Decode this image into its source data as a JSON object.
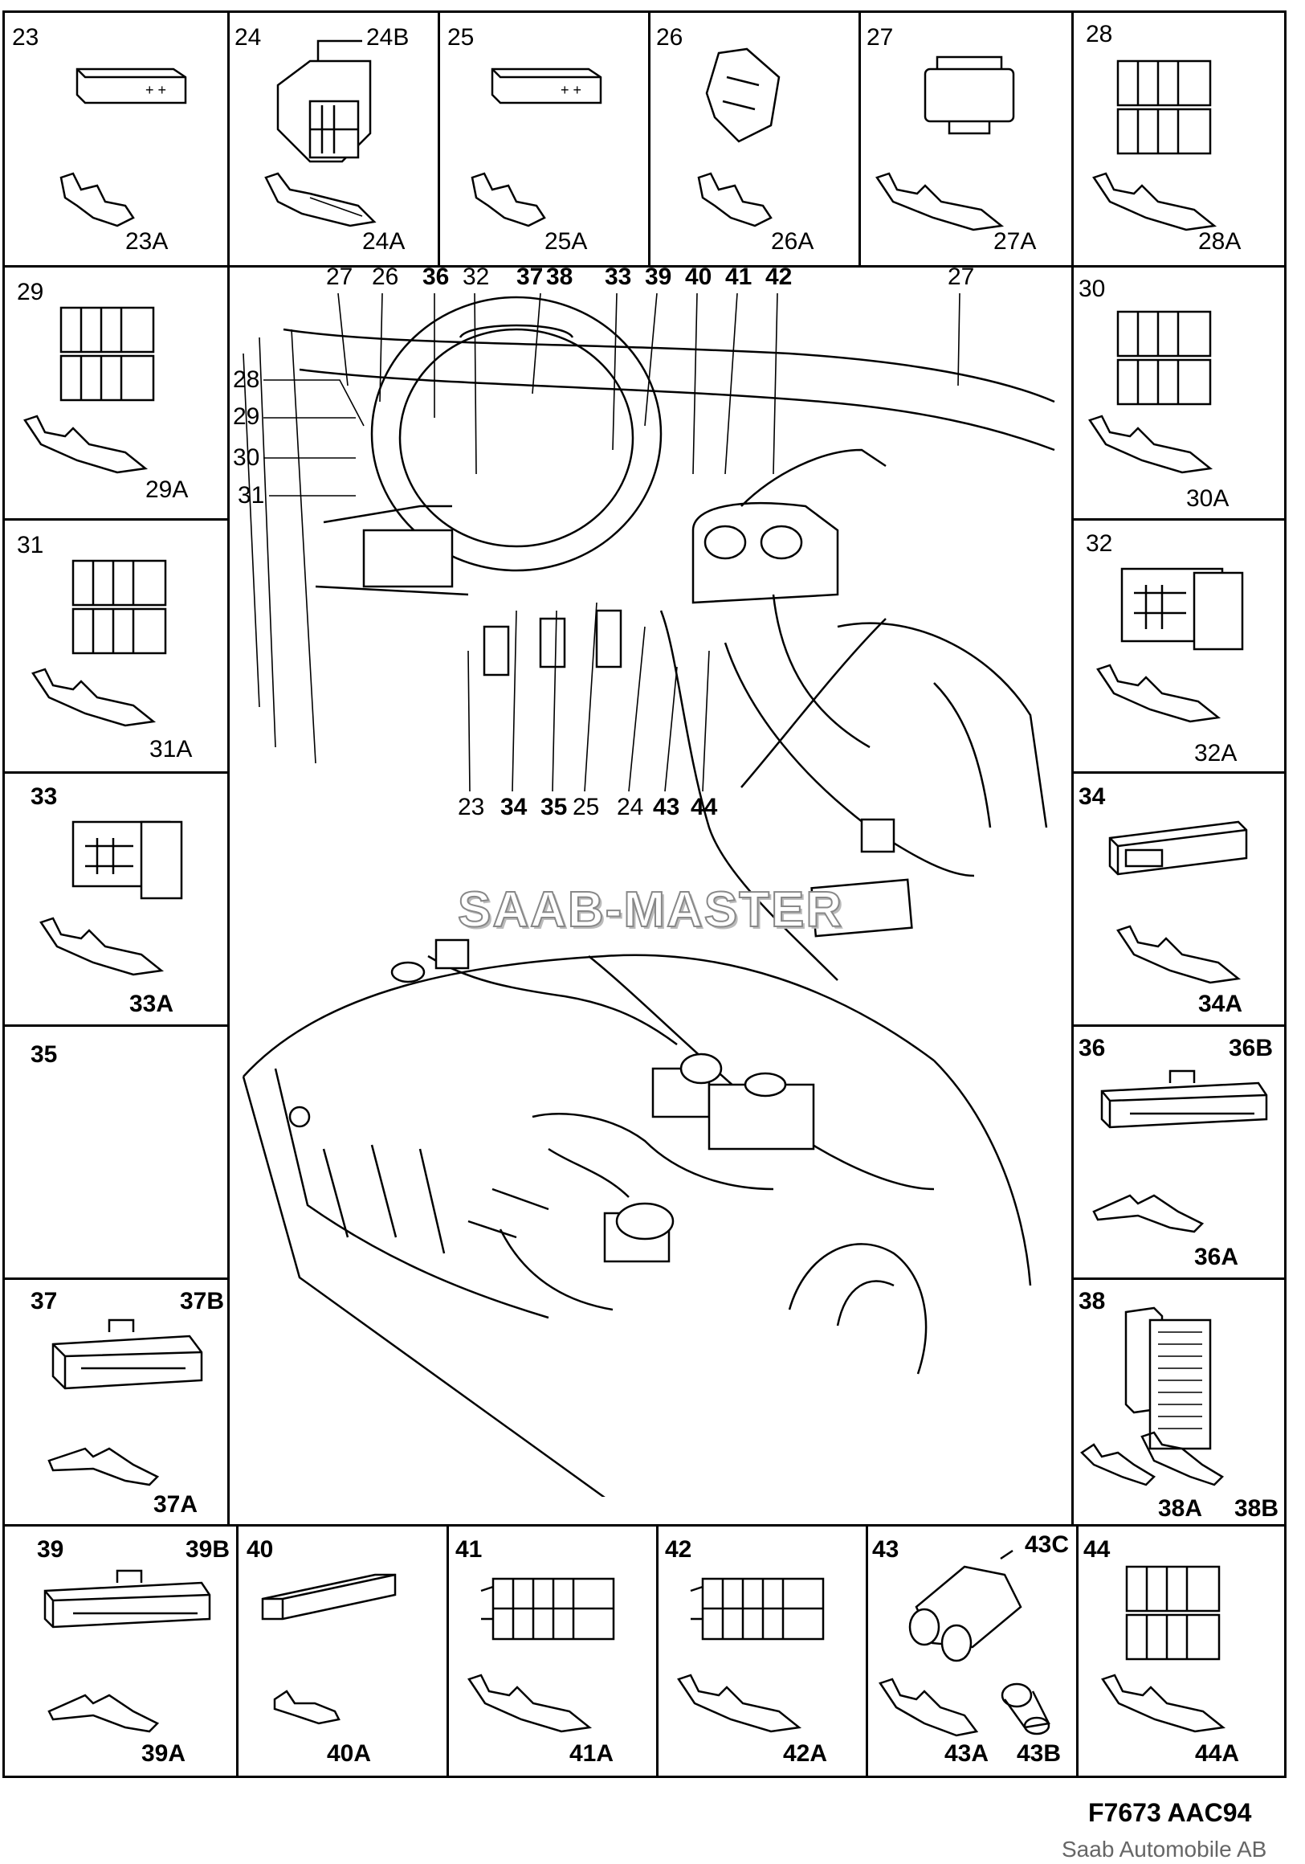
{
  "cells": [
    {
      "id": "23",
      "pin": "23A",
      "bold": false
    },
    {
      "id": "24",
      "sub": "24B",
      "pin": "24A",
      "bold": false
    },
    {
      "id": "25",
      "pin": "25A",
      "bold": false
    },
    {
      "id": "26",
      "pin": "26A",
      "bold": false
    },
    {
      "id": "27",
      "pin": "27A",
      "bold": false
    },
    {
      "id": "28",
      "pin": "28A",
      "bold": false
    },
    {
      "id": "29",
      "pin": "29A",
      "bold": false
    },
    {
      "id": "30",
      "pin": "30A",
      "bold": false
    },
    {
      "id": "31",
      "pin": "31A",
      "bold": false
    },
    {
      "id": "32",
      "pin": "32A",
      "bold": false
    },
    {
      "id": "33",
      "pin": "33A",
      "bold": true
    },
    {
      "id": "34",
      "pin": "34A",
      "bold": true
    },
    {
      "id": "35",
      "bold": true
    },
    {
      "id": "36",
      "sub": "36B",
      "pin": "36A",
      "bold": true
    },
    {
      "id": "37",
      "sub": "37B",
      "pin": "37A",
      "bold": true
    },
    {
      "id": "38",
      "pin": "38A",
      "pin2": "38B",
      "bold": true
    },
    {
      "id": "39",
      "sub": "39B",
      "pin": "39A",
      "bold": true
    },
    {
      "id": "40",
      "pin": "40A",
      "bold": true
    },
    {
      "id": "41",
      "pin": "41A",
      "bold": true
    },
    {
      "id": "42",
      "pin": "42A",
      "bold": true
    },
    {
      "id": "43",
      "sub": "43C",
      "pin": "43A",
      "pin2": "43B",
      "bold": true
    },
    {
      "id": "44",
      "pin": "44A",
      "bold": true
    }
  ],
  "callouts": {
    "top": [
      "27",
      "26",
      "36",
      "32",
      "37",
      "38",
      "33",
      "39",
      "40",
      "41",
      "42",
      "27"
    ],
    "left": [
      "28",
      "29",
      "30",
      "31"
    ],
    "bottom": [
      "23",
      "34",
      "35",
      "25",
      "24",
      "43",
      "44"
    ]
  },
  "watermark": "SAAB-MASTER",
  "figure_code": "F7673 AAC94",
  "copyright": "Saab Automobile AB"
}
